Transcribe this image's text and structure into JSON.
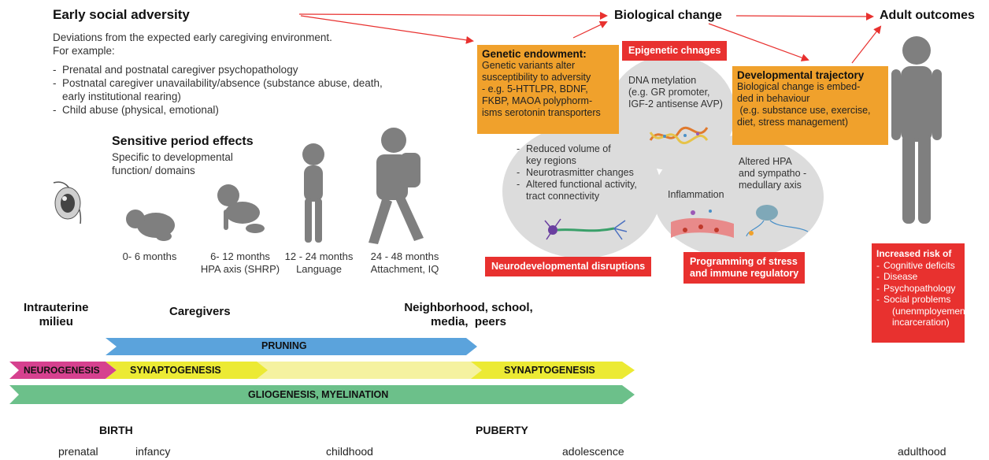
{
  "adversity": {
    "title": "Early social adversity",
    "description": "Deviations from the expected early caregiving environment.",
    "example_label": "For example:",
    "items": [
      "Prenatal and postnatal caregiver psychopathology",
      "Postnatal caregiver unavailability/absence (substance abuse, death,",
      "early institutional rearing)",
      "Child abuse (physical, emotional)"
    ]
  },
  "headers": {
    "biological_change": "Biological change",
    "adult_outcomes": "Adult outcomes"
  },
  "genetic": {
    "title": "Genetic endowment:",
    "text": [
      "Genetic variants alter",
      "susceptibility to adversity",
      "- e.g. 5-HTTLPR, BDNF,",
      "FKBP, MAOA polyphorm-",
      "isms serotonin transporters"
    ]
  },
  "epigenetic": {
    "label": "Epigenetic chnages",
    "text": [
      "DNA metylation",
      "(e.g. GR promoter,",
      "IGF-2 antisense AVP)"
    ]
  },
  "developmental": {
    "title": "Developmental trajectory",
    "text": [
      "Biological change is embed-",
      "ded in behaviour",
      " (e.g. substance use, exercise,",
      "diet, stress management)"
    ]
  },
  "neuro": {
    "items": [
      "Reduced volume of",
      "key regions",
      "Neurotrasmitter changes",
      "Altered functional activity,",
      "tract connectivity"
    ],
    "label": "Neurodevelopmental disruptions"
  },
  "stress": {
    "inflammation": "Inflammation",
    "hpa": [
      "Altered HPA",
      "and sympatho -",
      "medullary axis"
    ],
    "label_lines": [
      "Programming of stress",
      "and immune regulatory"
    ]
  },
  "sensitive": {
    "title": "Sensitive period effects",
    "subtitle": [
      "Specific to developmental",
      "function/ domains"
    ],
    "ages": [
      {
        "age": "0- 6 months",
        "domain": ""
      },
      {
        "age": "6- 12 months",
        "domain": "HPA axis (SHRP)"
      },
      {
        "age": "12 - 24 months",
        "domain": "Language"
      },
      {
        "age": "24 - 48 months",
        "domain": "Attachment, IQ"
      }
    ]
  },
  "risk": {
    "title": "Increased risk of",
    "items": [
      "Cognitive deficits",
      "Disease",
      "Psychopathology",
      "Social problems"
    ],
    "extra": [
      "(unenmployement,",
      "incarceration)"
    ]
  },
  "environment": {
    "intrauterine": [
      "Intrauterine",
      "milieu"
    ],
    "caregivers": "Caregivers",
    "neighborhood": [
      "Neighborhood, school,",
      "media,  peers"
    ]
  },
  "bars": {
    "pruning": "PRUNING",
    "neurogenesis": "NEUROGENESIS",
    "synaptogenesis1": "SYNAPTOGENESIS",
    "synaptogenesis2": "SYNAPTOGENESIS",
    "gliogenesis": "GLIOGENESIS, MYELINATION"
  },
  "stages": {
    "birth": "BIRTH",
    "puberty": "PUBERTY",
    "prenatal": "prenatal",
    "infancy": "infancy",
    "childhood": "childhood",
    "adolescence": "adolescence",
    "adulthood": "adulthood"
  },
  "colors": {
    "orange": "#f0a12c",
    "red": "#e8312f",
    "blue": "#5ba3dc",
    "pink": "#d6418f",
    "yellow": "#ecea34",
    "light_yellow": "#f5f2a0",
    "green": "#6cc08a",
    "silhouette": "#7f7f7f"
  }
}
